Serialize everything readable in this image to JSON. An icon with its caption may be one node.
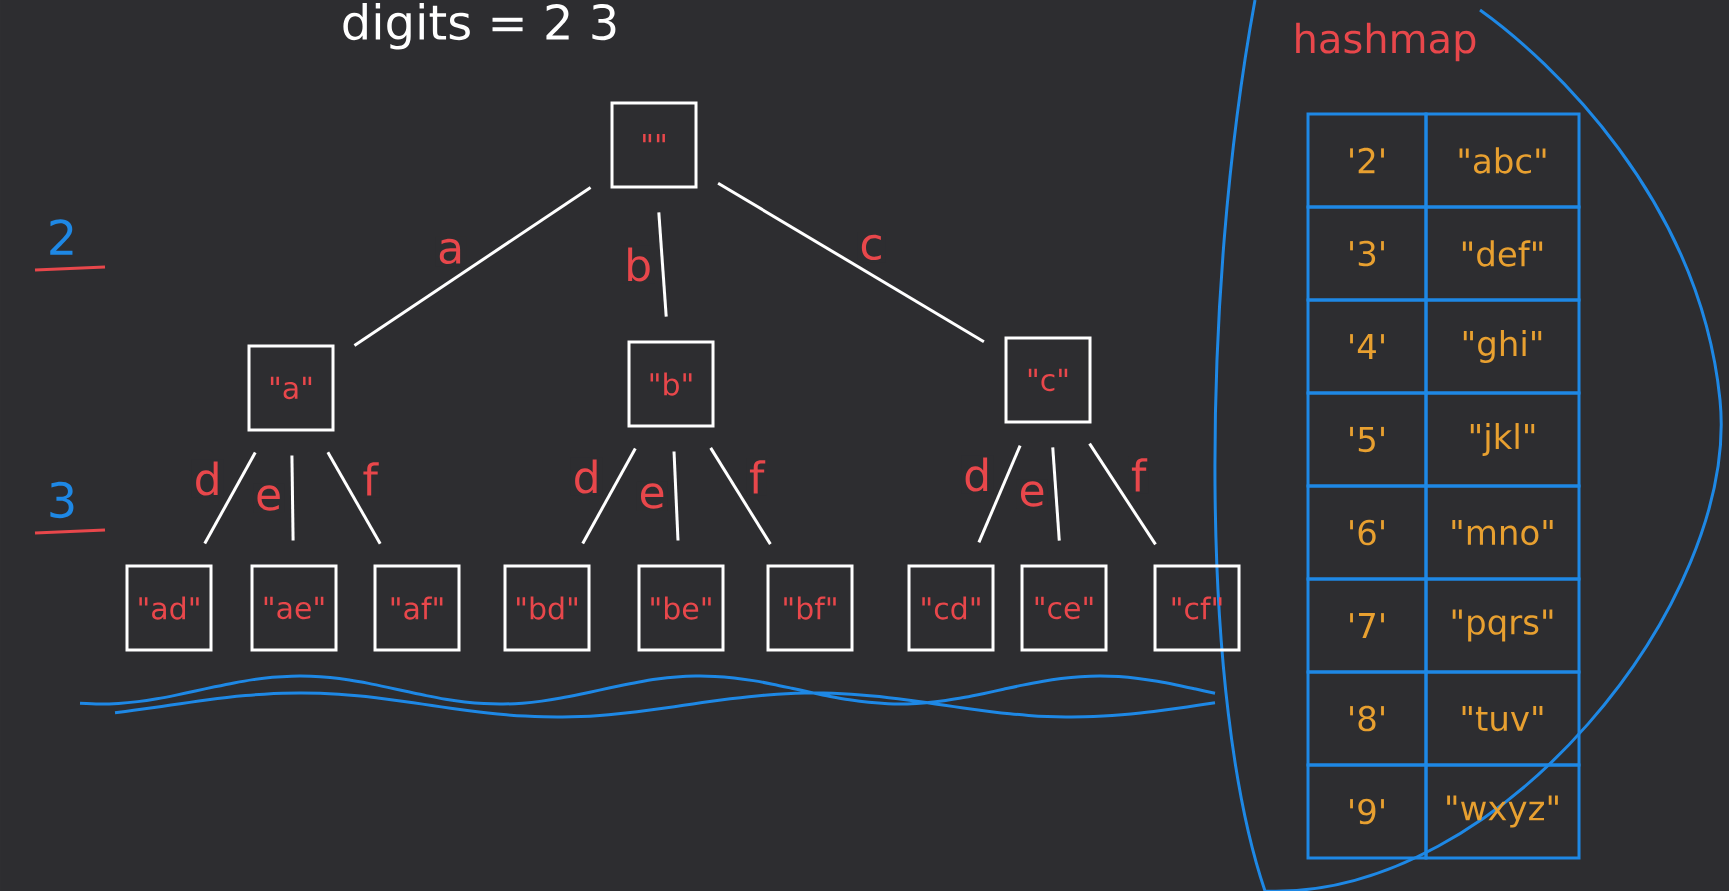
{
  "diagram": {
    "nodes": [
      {
        "text": [
          "\"\""
        ]
      },
      {
        "text": [
          "\"a\""
        ]
      },
      {
        "text": [
          "\"b\""
        ]
      },
      {
        "text": [
          "\"c\""
        ]
      },
      {
        "text": [
          "\"ad\""
        ]
      },
      {
        "text": [
          "\"ae\""
        ]
      },
      {
        "text": [
          "\"af\""
        ]
      },
      {
        "text": [
          "\"bd\""
        ]
      },
      {
        "text": [
          "\"be\""
        ]
      },
      {
        "text": [
          "\"bf\""
        ]
      },
      {
        "text": [
          "\"cd\""
        ]
      },
      {
        "text": [
          "\"ce\""
        ]
      },
      {
        "text": [
          "\"cf\""
        ]
      }
    ],
    "edges": [
      {
        "from": 0,
        "to": 1,
        "arrow": "none",
        "label": "a"
      },
      {
        "from": 0,
        "to": 2,
        "arrow": "none",
        "label": "b"
      },
      {
        "from": 0,
        "to": 3,
        "arrow": "none",
        "label": "c"
      },
      {
        "from": 1,
        "to": 4,
        "arrow": "none",
        "label": "d"
      },
      {
        "from": 1,
        "to": 5,
        "arrow": "none",
        "label": "e"
      },
      {
        "from": 1,
        "to": 6,
        "arrow": "none",
        "label": "f"
      },
      {
        "from": 2,
        "to": 7,
        "arrow": "none",
        "label": "d"
      },
      {
        "from": 2,
        "to": 8,
        "arrow": "none",
        "label": "e"
      },
      {
        "from": 2,
        "to": 9,
        "arrow": "none",
        "label": "f"
      },
      {
        "from": 3,
        "to": 10,
        "arrow": "none",
        "label": "d"
      },
      {
        "from": 3,
        "to": 11,
        "arrow": "none",
        "label": "e"
      },
      {
        "from": 3,
        "to": 12,
        "arrow": "none",
        "label": "f"
      }
    ],
    "labels": [
      "digits = 2 3",
      "2",
      "3",
      "hashmap",
      "'2'",
      "\"abc\"",
      "'3'",
      "\"def\"",
      "'4'",
      "\"ghi\"",
      "'5'",
      "\"jkl\"",
      "'6'",
      "\"mno\"",
      "'7'",
      "\"pqrs\"",
      "'8'",
      "\"tuv\"",
      "'9'",
      "\"wxyz\""
    ]
  }
}
